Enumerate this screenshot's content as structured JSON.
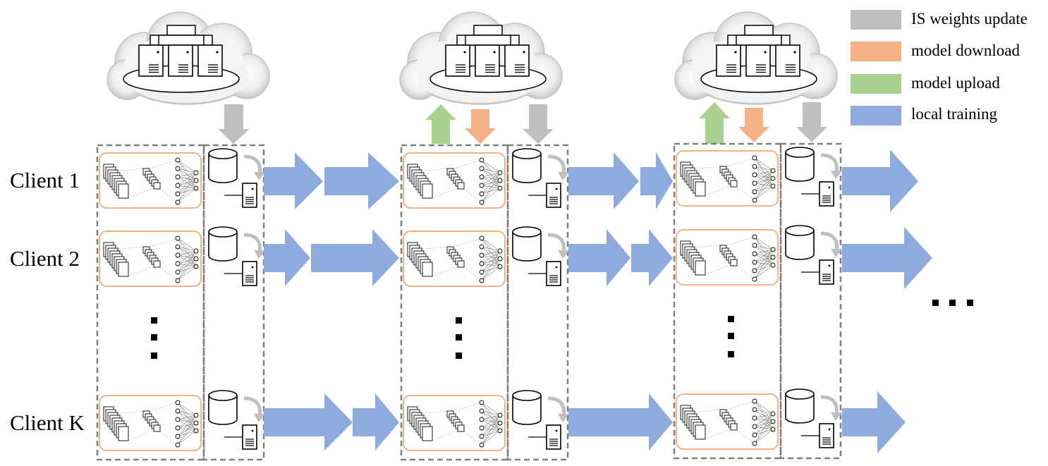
{
  "clients": [
    {
      "label": "Client 1"
    },
    {
      "label": "Client 2"
    },
    {
      "label": "Client K"
    }
  ],
  "legend": [
    {
      "label": "IS weights update",
      "color": "#bfbfbf"
    },
    {
      "label": "model download",
      "color": "#f4b183"
    },
    {
      "label": "model upload",
      "color": "#a9d18e"
    },
    {
      "label": "local training",
      "color": "#8faadc"
    }
  ],
  "continuation": "..."
}
